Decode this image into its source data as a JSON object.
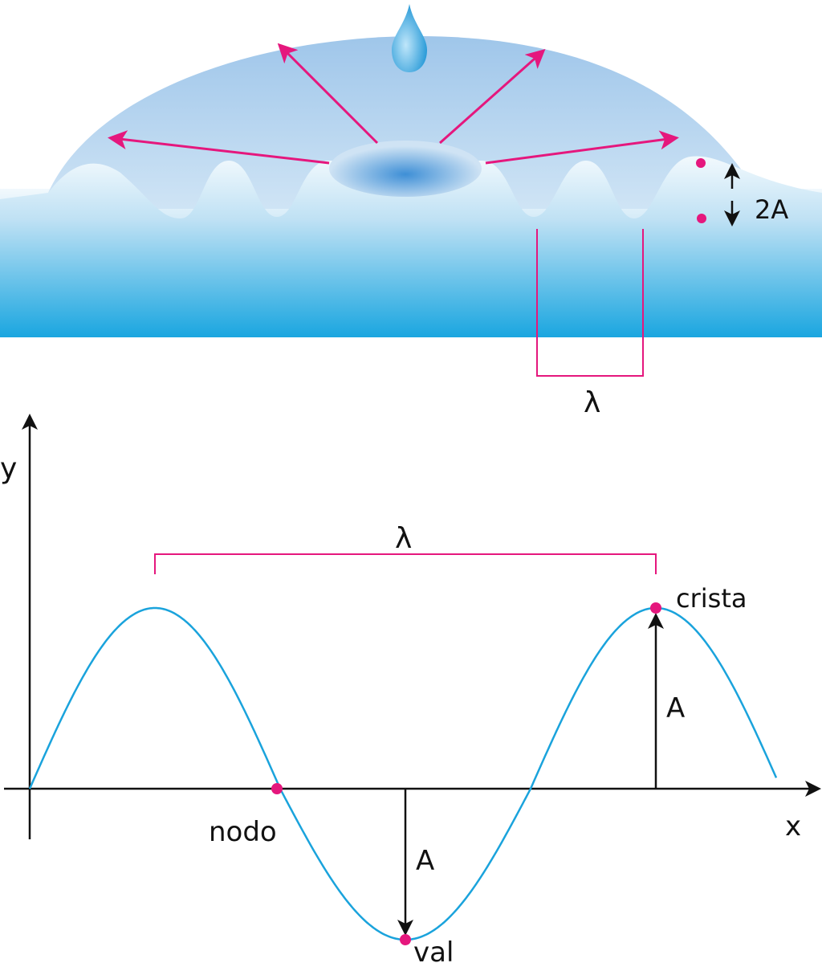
{
  "top": {
    "amplitude_label": "2A",
    "wavelength_label": "λ"
  },
  "graph": {
    "y_axis_label": "y",
    "x_axis_label": "x",
    "wavelength_label": "λ",
    "crest_label": "crista",
    "node_label": "nodo",
    "trough_label": "val",
    "amplitude_label_crest": "A",
    "amplitude_label_trough": "A"
  },
  "colors": {
    "accent": "#e5177d",
    "wave": "#1aa3dc",
    "water_dark": "#1aa6e0",
    "water_light": "#e8f4fb"
  }
}
